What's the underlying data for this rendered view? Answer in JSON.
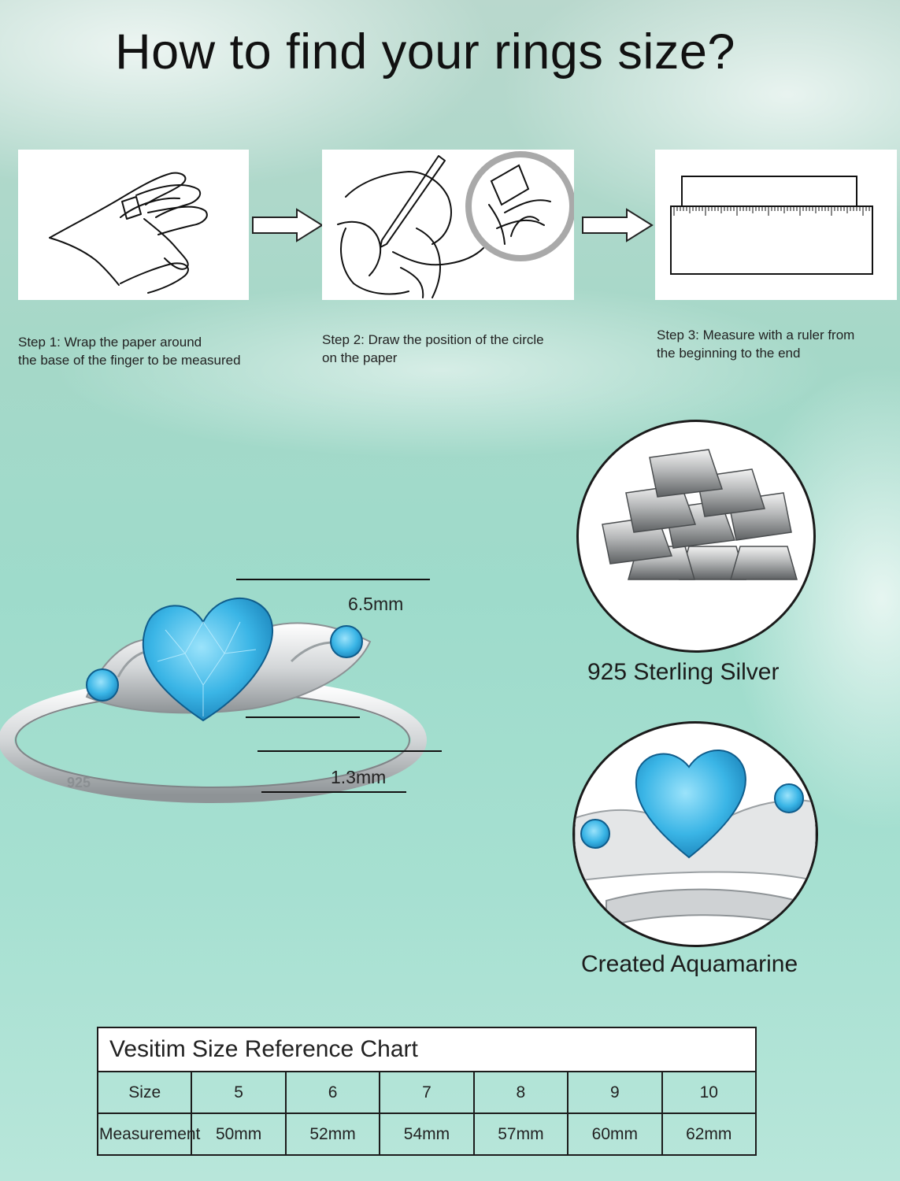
{
  "title": "How to find your rings size?",
  "steps": [
    {
      "text": "Step 1: Wrap the paper around\nthe base of the finger to be measured",
      "icon": "hand-wrap-icon"
    },
    {
      "text": "Step 2: Draw the position of the circle\non the paper",
      "icon": "pencil-mark-icon"
    },
    {
      "text": "Step 3: Measure with a ruler from\nthe beginning to the end",
      "icon": "ruler-icon"
    }
  ],
  "ring": {
    "stone_width": "6.5mm",
    "band_width": "1.3mm",
    "stamp": "925",
    "stone_color": "#3ab5e6"
  },
  "features": {
    "material": "925 Sterling Silver",
    "stone": "Created Aquamarine"
  },
  "size_chart": {
    "title": "Vesitim Size Reference Chart",
    "row_labels": [
      "Size",
      "Measurement"
    ],
    "sizes": [
      "5",
      "6",
      "7",
      "8",
      "9",
      "10"
    ],
    "measurements": [
      "50mm",
      "52mm",
      "54mm",
      "57mm",
      "60mm",
      "62mm"
    ]
  }
}
